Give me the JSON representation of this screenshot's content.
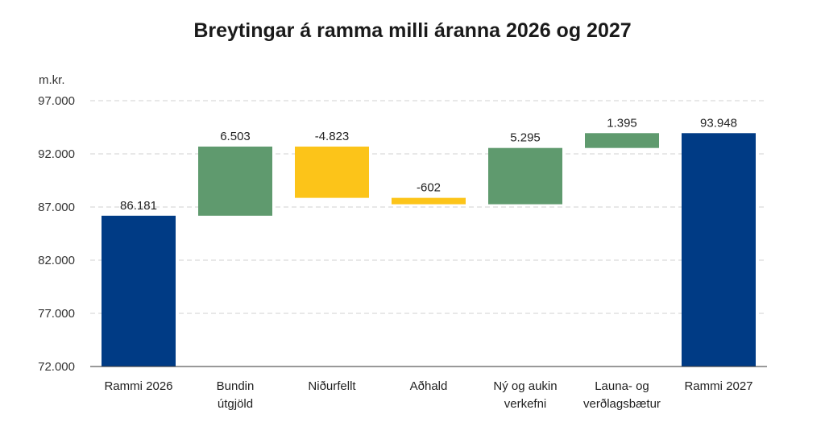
{
  "chart_data": {
    "type": "bar",
    "subtype": "waterfall",
    "title": "Breytingar á ramma milli áranna 2026 og 2027",
    "ylabel": "m.kr.",
    "ylim": [
      72000,
      97000
    ],
    "yticks": [
      72000,
      77000,
      82000,
      87000,
      92000,
      97000
    ],
    "ytick_labels": [
      "72.000",
      "77.000",
      "82.000",
      "87.000",
      "92.000",
      "97.000"
    ],
    "grid": true,
    "categories": [
      [
        "Rammi 2026"
      ],
      [
        "Bundin",
        "útgjöld"
      ],
      [
        "Niðurfellt"
      ],
      [
        "Aðhald"
      ],
      [
        "Ný og aukin",
        "verkefni"
      ],
      [
        "Launa- og",
        "verðlagsbætur"
      ],
      [
        "Rammi 2027"
      ]
    ],
    "bars": [
      {
        "kind": "total",
        "value": 86181,
        "base": 72000,
        "top": 86181,
        "label": "86.181"
      },
      {
        "kind": "increase",
        "value": 6503,
        "base": 86181,
        "top": 92684,
        "label": "6.503"
      },
      {
        "kind": "decrease",
        "value": -4823,
        "base": 87861,
        "top": 92684,
        "label": "-4.823"
      },
      {
        "kind": "decrease",
        "value": -602,
        "base": 87259,
        "top": 87861,
        "label": "-602"
      },
      {
        "kind": "increase",
        "value": 5295,
        "base": 87259,
        "top": 92554,
        "label": "5.295"
      },
      {
        "kind": "increase",
        "value": 1395,
        "base": 92554,
        "top": 93948,
        "label": "1.395"
      },
      {
        "kind": "total",
        "value": 93948,
        "base": 72000,
        "top": 93948,
        "label": "93.948"
      }
    ],
    "colors": {
      "total": "#003b85",
      "increase": "#5f9a6e",
      "decrease": "#fcc419",
      "grid": "#d0d0d0",
      "axis": "#333333"
    }
  }
}
